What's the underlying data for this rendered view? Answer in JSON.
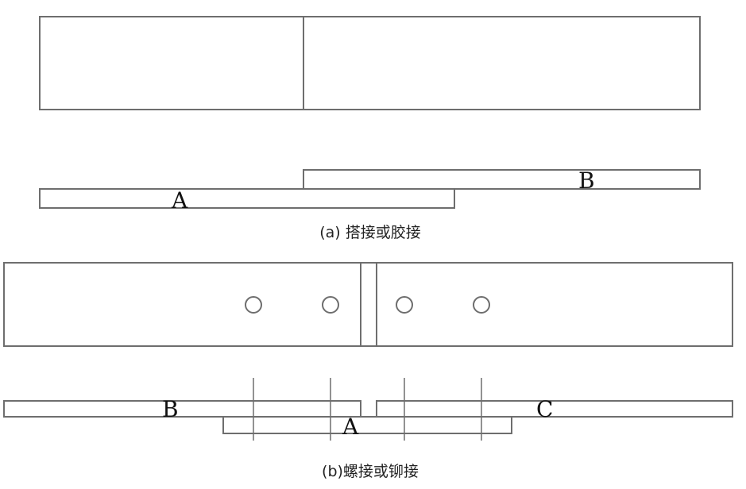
{
  "figure_a": {
    "label_a": "A",
    "label_b": "B",
    "caption": "(a) 搭接或胶接"
  },
  "figure_b": {
    "label_a": "A",
    "label_b": "B",
    "label_c": "C",
    "caption": "(b)螺接或铆接"
  },
  "colors": {
    "line": "#6e6e6e",
    "text": "#111111"
  }
}
